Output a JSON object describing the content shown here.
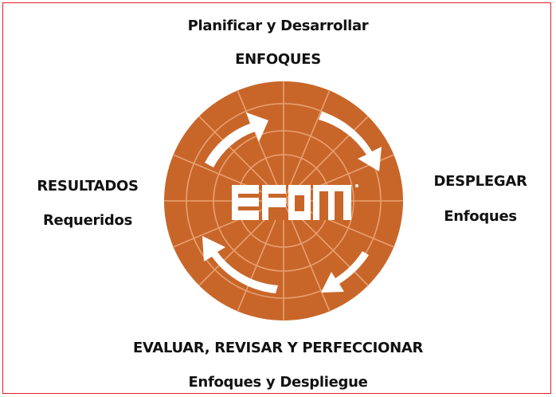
{
  "labels": {
    "top_line1": "Planificar y Desarrollar",
    "top_line2": "ENFOQUES",
    "right_line1": "DESPLEGAR",
    "right_line2": "Enfoques",
    "bottom_line1": "EVALUAR, REVISAR Y PERFECCIONAR",
    "bottom_line2": "Enfoques y Despliegue",
    "left_line1": "RESULTADOS",
    "left_line2": "Requeridos"
  },
  "colors": {
    "wheel": "#c8662a",
    "lines": "#e9a070",
    "arrows": "#ffffff",
    "frame": "#e41e26",
    "text": "#111111"
  },
  "logo": "EFQM-logo"
}
